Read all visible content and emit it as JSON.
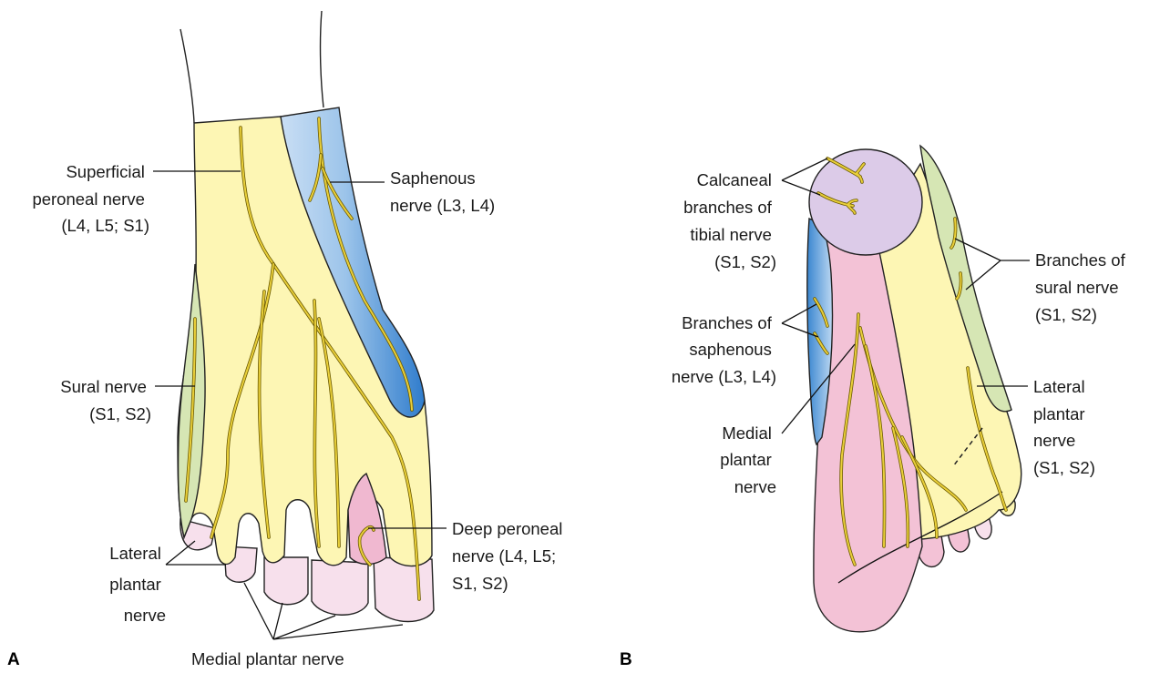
{
  "figure_a": {
    "panel_letter": "A",
    "labels": {
      "superficial_peroneal": [
        "Superficial",
        "peroneal nerve",
        "(L4, L5; S1)"
      ],
      "saphenous": [
        "Saphenous",
        "nerve (L3, L4)"
      ],
      "sural": [
        "Sural nerve",
        "(S1, S2)"
      ],
      "lateral_plantar": [
        "Lateral",
        "plantar",
        "nerve"
      ],
      "deep_peroneal": [
        "Deep peroneal",
        "nerve (L4, L5;",
        "S1, S2)"
      ],
      "medial_plantar": [
        "Medial plantar nerve"
      ]
    }
  },
  "figure_b": {
    "panel_letter": "B",
    "labels": {
      "calcaneal": [
        "Calcaneal",
        "branches of",
        "tibial nerve",
        "(S1, S2)"
      ],
      "saphenous_branches": [
        "Branches of",
        "saphenous",
        "nerve (L3, L4)"
      ],
      "medial_plantar": [
        "Medial",
        "plantar",
        "nerve"
      ],
      "sural_branches": [
        "Branches of",
        "sural nerve",
        "(S1, S2)"
      ],
      "lateral_plantar": [
        "Lateral",
        "plantar",
        "nerve",
        "(S1, S2)"
      ]
    }
  },
  "colors": {
    "superficial_peroneal": "#fdf6b4",
    "saphenous": "#3f8fd6",
    "sural": "#d6e6b4",
    "medial_plantar": "#f3c2d6",
    "lateral_plantar": "#f7e0ec",
    "calcaneal": "#dccbe8",
    "deep_peroneal": "#f0b8d0",
    "nerve": "#e9cf3a"
  }
}
